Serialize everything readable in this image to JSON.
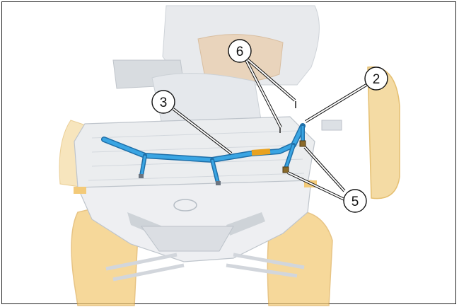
{
  "callouts": [
    {
      "label": "2"
    },
    {
      "label": "3"
    },
    {
      "label": "5"
    },
    {
      "label": "6"
    }
  ],
  "colors": {
    "rail": "#2f9ad8",
    "rail_dark": "#1f6fa8",
    "clip": "#e9a21f",
    "tire": "#f2c56a",
    "vehicle_ghost": "#dfe3e8"
  }
}
